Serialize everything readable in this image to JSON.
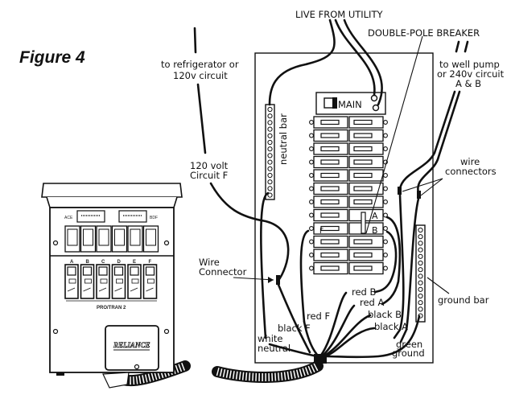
{
  "figure": {
    "title": "Figure 4"
  },
  "labels": {
    "live_from_utility": "LIVE FROM UTILITY",
    "double_pole_breaker": "DOUBLE-POLE BREAKER",
    "to_refrigerator": [
      "to refrigerator or",
      "120v circuit"
    ],
    "to_well_pump": [
      "to well pump",
      "or 240v circuit",
      "A & B"
    ],
    "main": "MAIN",
    "neutral_bar": "neutral bar",
    "circuit_f": [
      "120 volt",
      "Circuit F"
    ],
    "wire_connectors": [
      "wire",
      "connectors"
    ],
    "wire_connector": [
      "Wire",
      "Connector"
    ],
    "ground_bar": "ground bar",
    "breaker_a": "A",
    "breaker_b": "B",
    "breaker_f": "F"
  },
  "wires": [
    {
      "label": "red B"
    },
    {
      "label": "red A"
    },
    {
      "label": "black B"
    },
    {
      "label": "black A"
    },
    {
      "label": "red F"
    },
    {
      "label": "black F"
    },
    {
      "label": "white neutral",
      "lines": [
        "white",
        "neutral"
      ]
    },
    {
      "label": "green ground",
      "lines": [
        "green",
        "ground"
      ]
    }
  ],
  "transfer_switch": {
    "brand": "RELIANCE",
    "model": "PRO/TRAN 2",
    "meter_left": "ACE",
    "meter_right": "BDF",
    "circuits": [
      "A",
      "B",
      "C",
      "D",
      "E",
      "F"
    ]
  }
}
